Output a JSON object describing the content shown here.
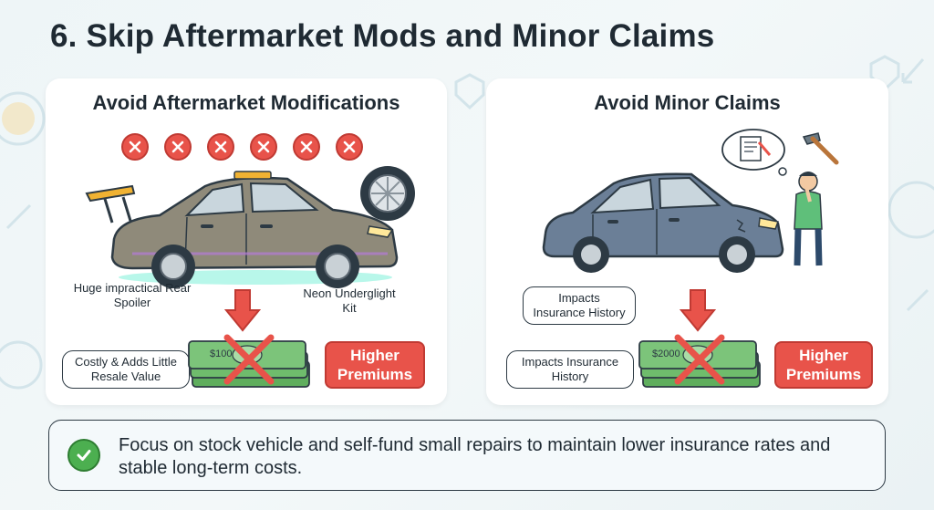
{
  "title": "6. Skip Aftermarket Mods and Minor Claims",
  "left_panel": {
    "heading": "Avoid Aftermarket Modifications",
    "spoiler_label": "Huge impractical Rear Spoiler",
    "underglow_label": "Neon Underglight Kit",
    "bubble": "Costly & Adds Little Resale Value",
    "badge": "Higher Premiums",
    "money_note": "$100"
  },
  "right_panel": {
    "heading": "Avoid Minor Claims",
    "bubble_upper": "Impacts Insurance History",
    "bubble_lower": "Impacts Insurance History",
    "badge": "Higher Premiums",
    "money_note": "$2000"
  },
  "footer": {
    "text": "Focus on stock vehicle and self-fund small repairs to maintain lower insurance rates and stable long-term costs."
  },
  "colors": {
    "accent_red": "#e8534a",
    "check_green": "#4caf50",
    "money_green": "#7cc47a",
    "car_left": "#8f8a7a",
    "car_right": "#6b7f97"
  }
}
